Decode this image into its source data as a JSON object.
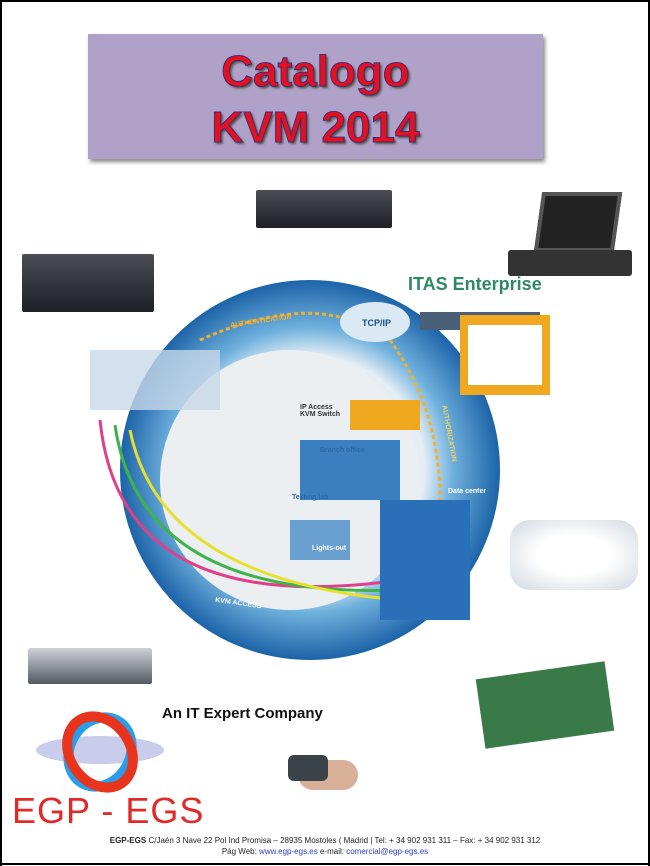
{
  "title": {
    "line1": "Catalogo",
    "line2": "KVM 2014"
  },
  "diagram": {
    "brand": "ITAS Enterprise",
    "labels": [
      "AUTHENTICATION",
      "TCP/IP",
      "AUTHORIZATION",
      "IP Access KVM Switch",
      "Branch office",
      "Testing lab",
      "Data center",
      "Lights-out",
      "KVM ACCESS"
    ]
  },
  "tagline": "An IT Expert Company",
  "logo": {
    "text": "EGP - EGS"
  },
  "footer": {
    "company": "EGP-EGS",
    "address": "C/Jaén 3 Nave 22 Pol Ind Promisa – 28935 Mostoles ( Madrid |  Tel: + 34 902 931 311 – Fax: + 34 902 931 312",
    "web_label": "Pág Web:",
    "web": "www.egp-egs.es",
    "email_label": "e-mail:",
    "email": "comercial@egp-egs.es"
  }
}
